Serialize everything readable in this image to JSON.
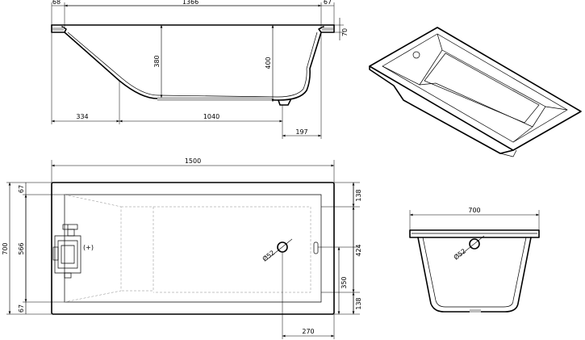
{
  "dims": {
    "side_rim_left": "68",
    "side_inner_length": "1366",
    "side_rim_right": "67",
    "side_rim_height": "70",
    "side_depth_inner": "380",
    "side_depth_total": "400",
    "side_slope_length": "334",
    "side_flat_bottom": "1040",
    "side_drain_offset": "197",
    "top_length": "1500",
    "top_width": "700",
    "top_inner_width": "566",
    "top_left_rim_top": "67",
    "top_left_rim_bottom": "67",
    "top_right_rim_top": "138",
    "top_right_rim_bottom": "138",
    "top_overflow_span": "424",
    "top_drain_height": "350",
    "top_drain_offset": "270",
    "top_drain_diameter": "Ø52",
    "top_drain_marker": "(+)",
    "front_width": "700",
    "front_drain_diameter": "Ø52"
  },
  "colors": {
    "line": "#000000",
    "hidden": "#888888",
    "fill": "#bdbdbd"
  }
}
